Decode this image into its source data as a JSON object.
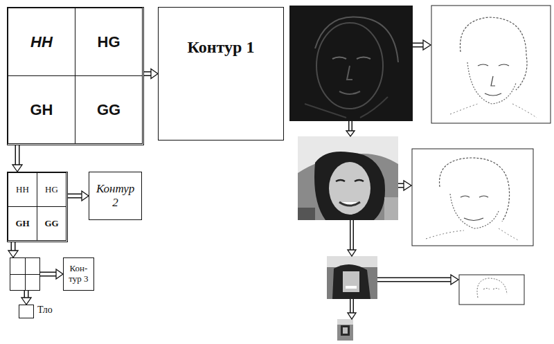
{
  "diagram": {
    "nodes": [
      {
        "text": []
      },
      {
        "text": [
          "HH"
        ],
        "in": 0
      },
      {
        "text": [
          "HG"
        ],
        "in": 0
      },
      {
        "text": [
          "GH"
        ],
        "in": 0
      },
      {
        "text": [
          "GG"
        ],
        "in": 0
      },
      {
        "text": [
          "Контур 1"
        ]
      },
      {
        "text": []
      },
      {
        "text": [
          "HH"
        ],
        "in": 6
      },
      {
        "text": [
          "HG"
        ],
        "in": 6
      },
      {
        "text": [
          "GH"
        ],
        "in": 6
      },
      {
        "text": [
          "GG"
        ],
        "in": 6
      },
      {
        "text": [
          "Контур 2"
        ]
      },
      {
        "text": []
      },
      {
        "text": [
          "Кон-тур 3"
        ]
      },
      {
        "text": [
          "Тло"
        ]
      }
    ],
    "edges": [
      {
        "from": 0,
        "to": 5,
        "arrow": "to"
      },
      {
        "from": 1,
        "to": 6,
        "arrow": "to"
      },
      {
        "from": 6,
        "to": 11,
        "arrow": "to"
      },
      {
        "from": 7,
        "to": 12,
        "arrow": "to"
      },
      {
        "from": 12,
        "to": 13,
        "arrow": "to"
      },
      {
        "from": 12,
        "to": 14,
        "arrow": "to"
      }
    ]
  }
}
